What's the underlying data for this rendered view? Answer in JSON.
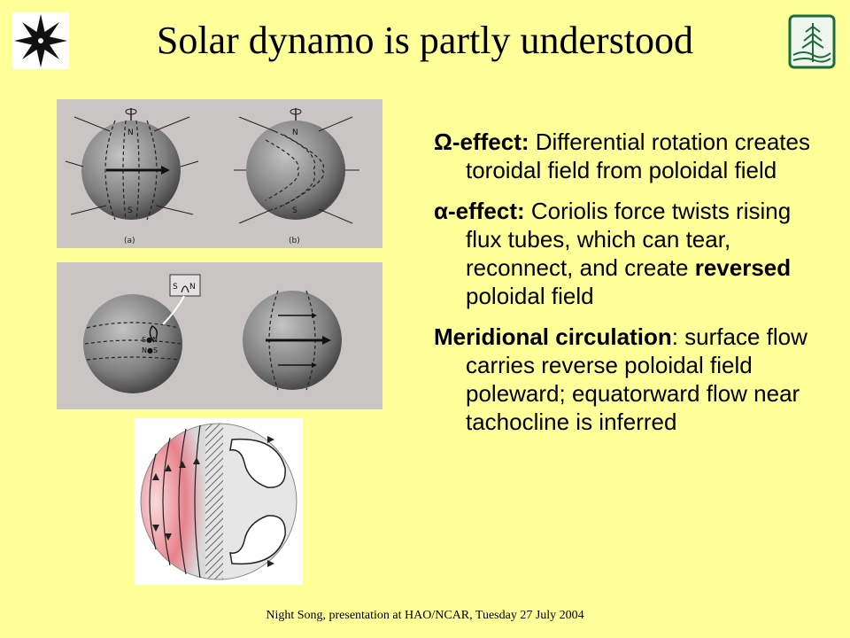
{
  "slide": {
    "title": "Solar dynamo is partly understood",
    "footer": "Night Song, presentation at HAO/NCAR, Tuesday 27 July 2004"
  },
  "logos": {
    "left": "star-logo-icon",
    "right": "tree-logo-icon"
  },
  "figures": {
    "top": {
      "label_a": "(a)",
      "label_b": "(b)",
      "pole_n": "N",
      "pole_s": "S"
    },
    "middle": {
      "inset_s": "S",
      "inset_n": "N",
      "spot_top": "S●N",
      "spot_bottom": "N●S"
    }
  },
  "bullets": [
    {
      "term": "Ω-effect:",
      "text": " Differential rotation creates toroidal field from poloidal field"
    },
    {
      "term": "α-effect:",
      "text_before": " Coriolis force twists rising flux tubes, which can tear, reconnect, and create ",
      "emphasis": "reversed",
      "text_after": " poloidal field"
    },
    {
      "term": "Meridional circulation",
      "text": ": surface flow carries reverse poloidal field poleward; equatorward flow near tachocline is inferred"
    }
  ],
  "colors": {
    "background": "#ffff99",
    "figure_bg": "#c9c5c5",
    "sphere": "#7d7d7d",
    "flow_pink": "#e8828c"
  }
}
